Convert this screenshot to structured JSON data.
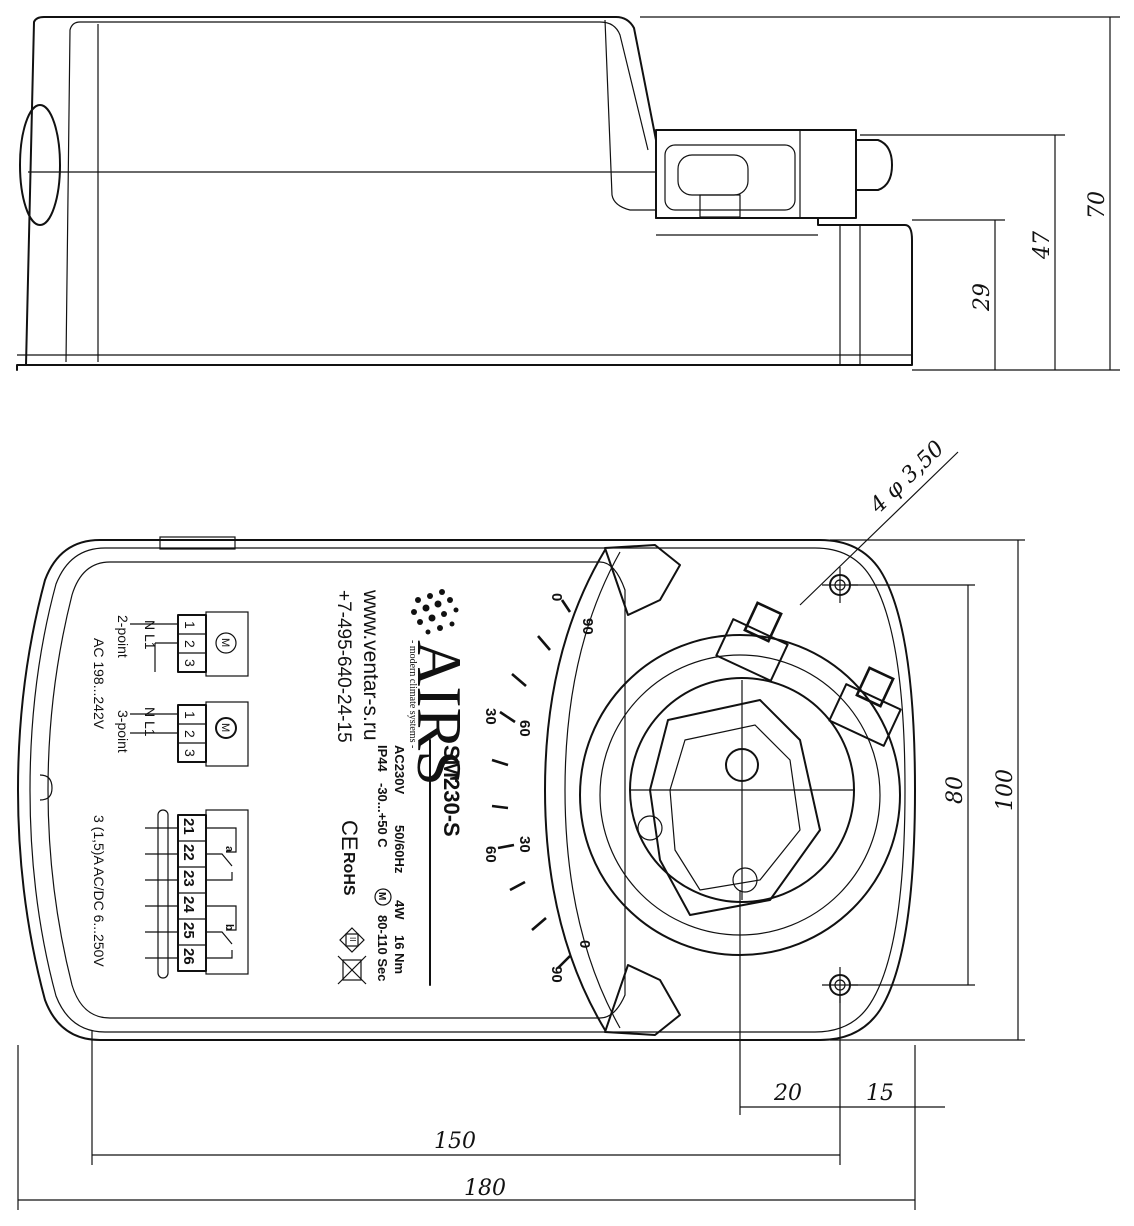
{
  "side_view": {
    "dims": {
      "total_height": "70",
      "shaft_height": "47",
      "base_height": "29"
    }
  },
  "top_view": {
    "dims": {
      "overall_length": "180",
      "hole_span_length": "150",
      "shaft_to_hole": "20",
      "hole_to_edge": "15",
      "overall_width": "100",
      "hole_span_width": "80",
      "hole_spec": "4 φ 3,50"
    },
    "label": {
      "brand": "AIRS",
      "tagline": "- modern climate systems -",
      "model": "SM230-S",
      "specs_row1": [
        "AC230V",
        "50/60Hz",
        "4W",
        "16 Nm"
      ],
      "specs_row2": [
        "IP44",
        "-30...+50 C",
        "M",
        "80-110 Sec"
      ],
      "website": "www.ventar-s.ru",
      "phone": "+7-495-640-24-15",
      "ce": "CE",
      "rohs": "RoHS",
      "class_mark": "II"
    },
    "scale": {
      "top_left_outer": "0",
      "top_left_inner": "90",
      "upper_outer": "60",
      "upper_inner": "30",
      "lower_outer": "30",
      "lower_inner": "60",
      "bottom_outer": "0",
      "bottom_inner": "90"
    },
    "wiring": {
      "two_point": {
        "terminals": [
          "1",
          "2",
          "3"
        ],
        "wires": "N   L1",
        "caption": "2-point",
        "motor": "M"
      },
      "three_point": {
        "terminals": [
          "1",
          "2",
          "3"
        ],
        "wires": "N   L1",
        "caption": "3-point",
        "motor": "M"
      },
      "voltage": "AC 198...242V",
      "aux_terminals": [
        "21",
        "22",
        "23",
        "24",
        "25",
        "26"
      ],
      "switch_a": "a",
      "switch_b": "b",
      "aux_rating": "3 (1,5)A   AC/DC 6...250V"
    }
  }
}
